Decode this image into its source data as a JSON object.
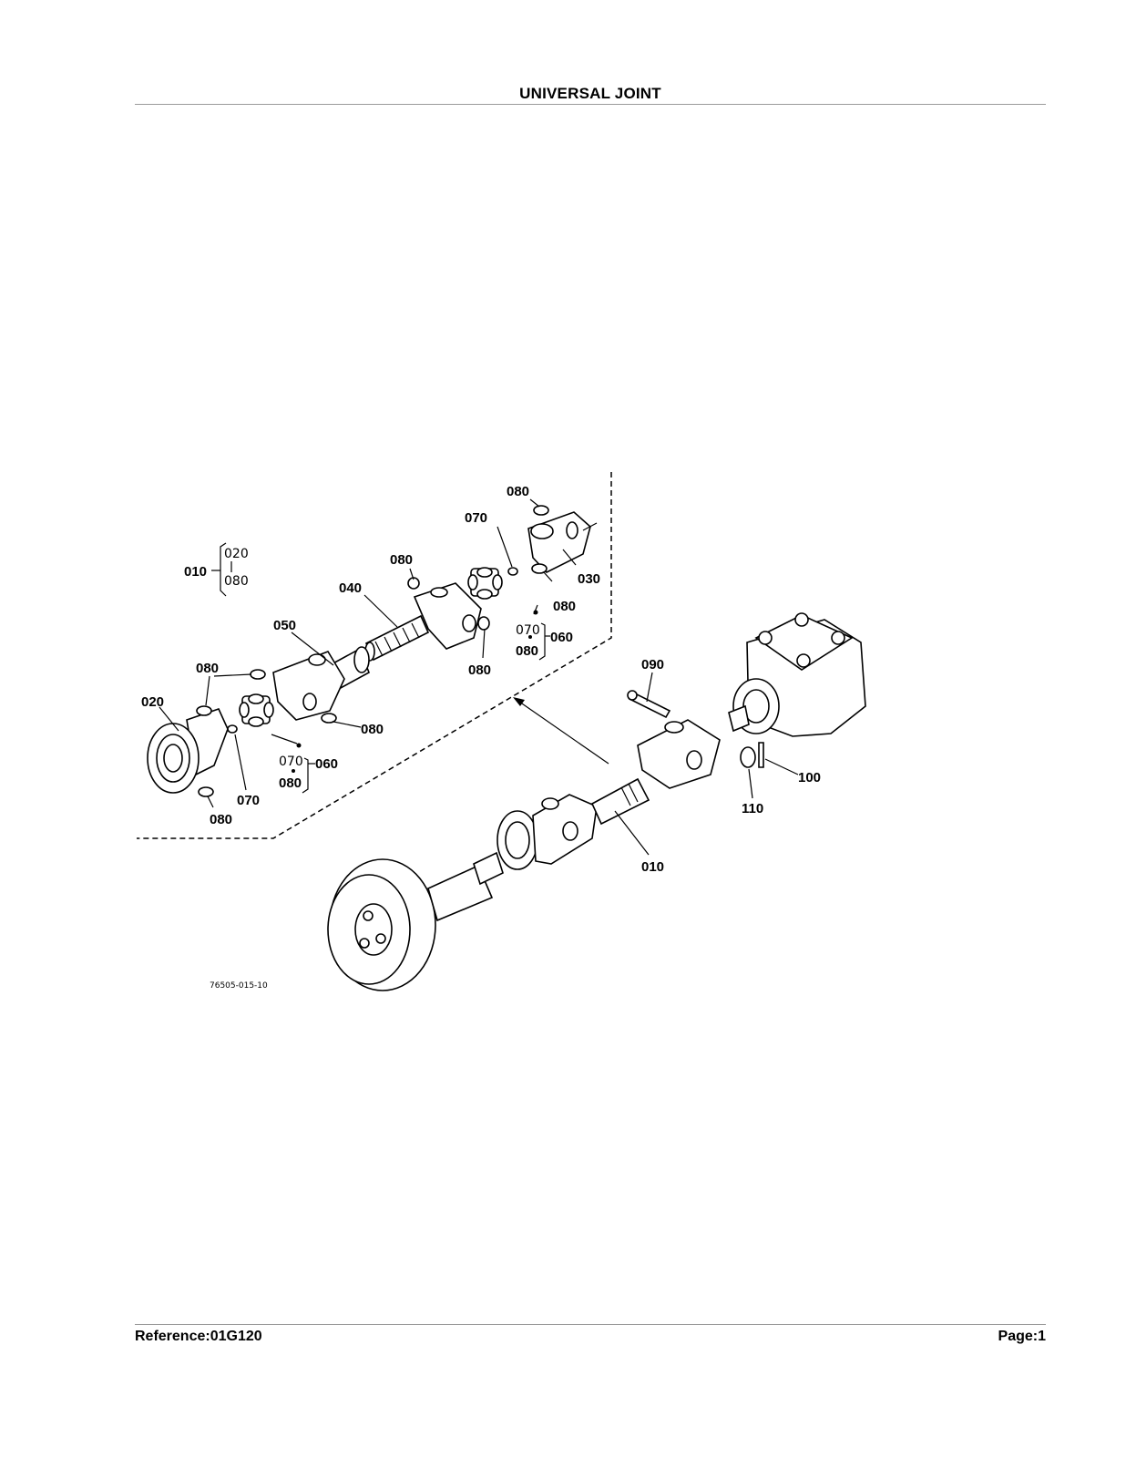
{
  "header": {
    "title": "UNIVERSAL JOINT"
  },
  "footer": {
    "reference": "Reference:01G120",
    "page": "Page:1"
  },
  "diagram": {
    "drawing_code": "76505-015-10",
    "callouts": [
      {
        "id": "c-080-top",
        "text": "080"
      },
      {
        "id": "c-070-top",
        "text": "070"
      },
      {
        "id": "c-080-a",
        "text": "080"
      },
      {
        "id": "c-040",
        "text": "040"
      },
      {
        "id": "c-050",
        "text": "050"
      },
      {
        "id": "c-030",
        "text": "030"
      },
      {
        "id": "c-080-b",
        "text": "080"
      },
      {
        "id": "c-060-top",
        "text": "060"
      },
      {
        "id": "c-070-mid",
        "text": "070"
      },
      {
        "id": "c-080-c",
        "text": "080"
      },
      {
        "id": "c-080-d",
        "text": "080"
      },
      {
        "id": "c-080-left",
        "text": "080"
      },
      {
        "id": "c-020",
        "text": "020"
      },
      {
        "id": "c-080-e",
        "text": "080"
      },
      {
        "id": "c-070-lower",
        "text": "070"
      },
      {
        "id": "c-060-lower",
        "text": "060"
      },
      {
        "id": "c-080-f",
        "text": "080"
      },
      {
        "id": "c-070-bot",
        "text": "070"
      },
      {
        "id": "c-080-bot",
        "text": "080"
      },
      {
        "id": "c-090",
        "text": "090"
      },
      {
        "id": "c-100",
        "text": "100"
      },
      {
        "id": "c-110",
        "text": "110"
      },
      {
        "id": "c-010-main",
        "text": "010"
      }
    ],
    "assembly_key": {
      "parent": "010",
      "children": [
        "020",
        "080"
      ]
    }
  }
}
